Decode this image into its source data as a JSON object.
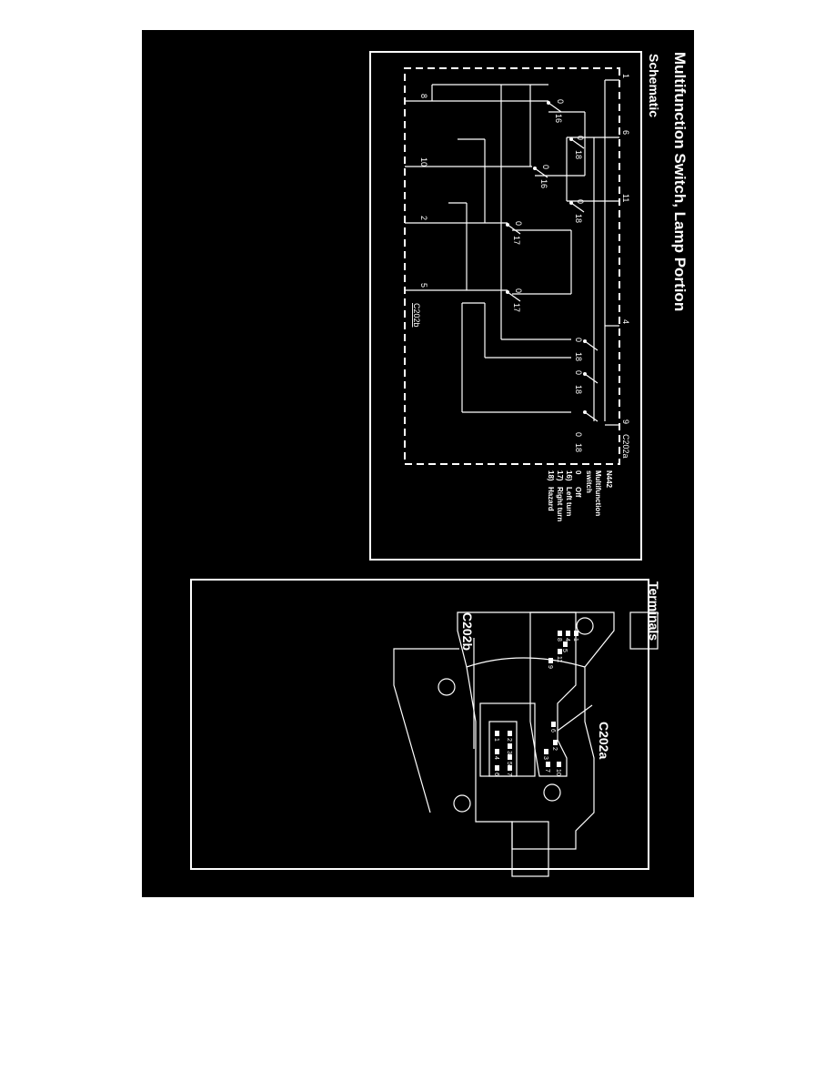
{
  "title": "Multifunction Switch, Lamp Portion",
  "schematic": {
    "heading": "Schematic",
    "top_pins": [
      "1",
      "6",
      "11",
      "4",
      "9"
    ],
    "bottom_pins": [
      "8",
      "10",
      "2",
      "5"
    ],
    "connector_top": "C202a",
    "connector_bottom": "C202b",
    "switch_labels": [
      {
        "off": "0",
        "on": "16"
      },
      {
        "off": "0",
        "on": "16"
      },
      {
        "off": "0",
        "on": "17"
      },
      {
        "off": "0",
        "on": "17"
      },
      {
        "off": "0",
        "on": "18"
      },
      {
        "off": "0",
        "on": "18"
      },
      {
        "off": "0",
        "on": "18"
      },
      {
        "off": "0",
        "on": "18"
      },
      {
        "off": "0",
        "on": "18"
      }
    ],
    "legend": {
      "id": "N442",
      "name_line1": "Multifunction",
      "name_line2": "switch",
      "items": [
        {
          "code": "0",
          "text": "Off"
        },
        {
          "code": "16)",
          "text": "Left turn"
        },
        {
          "code": "17)",
          "text": "Right turn"
        },
        {
          "code": "18)",
          "text": "Hazard"
        }
      ]
    }
  },
  "terminals": {
    "heading": "Terminals",
    "callout_a": "C202a",
    "callout_b": "C202b",
    "c202a_pins": [
      "1",
      "4",
      "8",
      "5",
      "11",
      "9",
      "6",
      "2",
      "3",
      "10",
      "7"
    ],
    "c202b_pins": [
      "2",
      "3",
      "5",
      "7",
      "1",
      "4",
      "6"
    ]
  }
}
